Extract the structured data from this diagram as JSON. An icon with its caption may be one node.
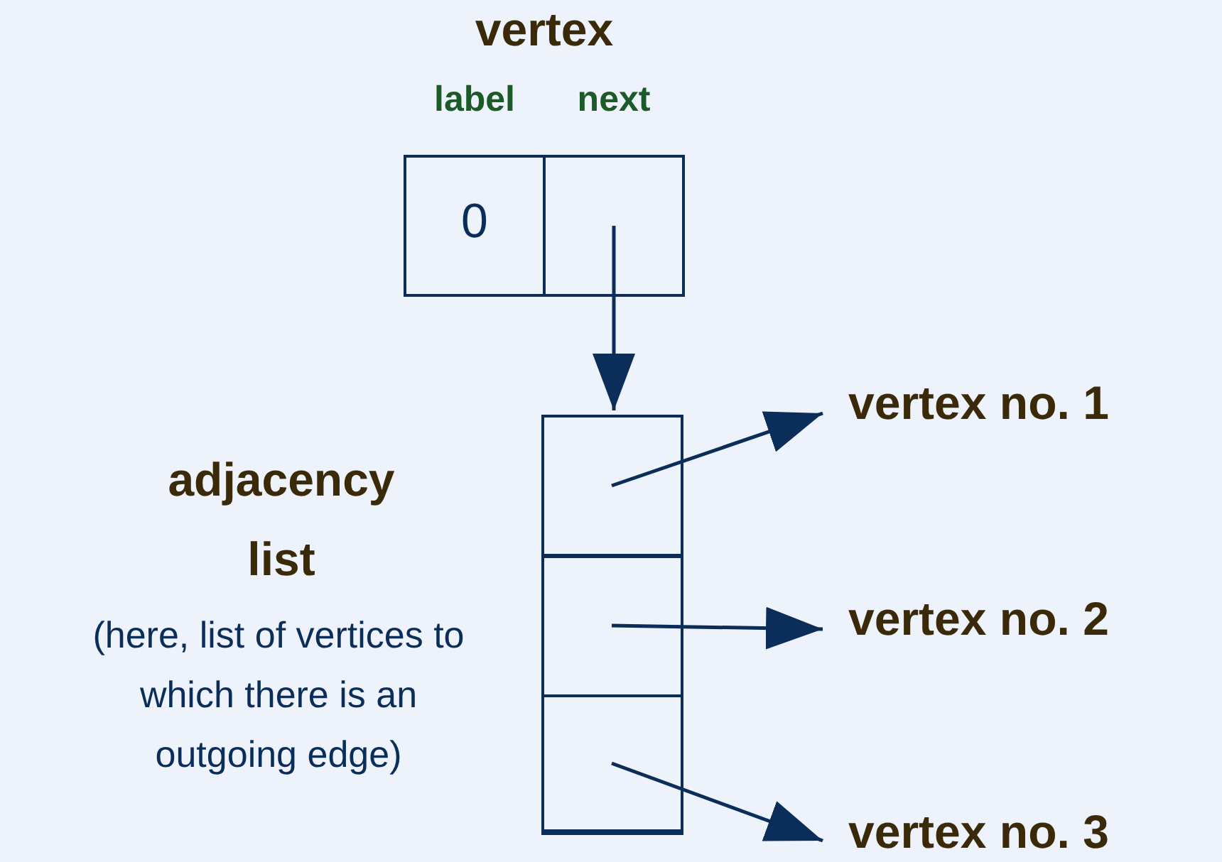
{
  "diagram": {
    "nodes": [
      {
        "text": [
          "vertex"
        ]
      },
      {
        "text": [
          "label",
          "0"
        ],
        "in": 0
      },
      {
        "text": [
          "next"
        ],
        "in": 0
      },
      {
        "text": [
          "adjacency list",
          "(here, list of vertices to which there is an outgoing edge)"
        ]
      },
      {
        "text": [],
        "shape": "box",
        "in": 3
      },
      {
        "text": [],
        "shape": "box",
        "in": 3
      },
      {
        "text": [],
        "shape": "box",
        "in": 3
      },
      {
        "text": [
          "vertex no. 1"
        ]
      },
      {
        "text": [
          "vertex no. 2"
        ]
      },
      {
        "text": [
          "vertex no. 3"
        ]
      }
    ],
    "edges": [
      {
        "from": 2,
        "to": 3,
        "arrow": "to"
      },
      {
        "from": 4,
        "to": 7,
        "arrow": "to"
      },
      {
        "from": 5,
        "to": 8,
        "arrow": "to"
      },
      {
        "from": 6,
        "to": 9,
        "arrow": "to"
      }
    ]
  }
}
